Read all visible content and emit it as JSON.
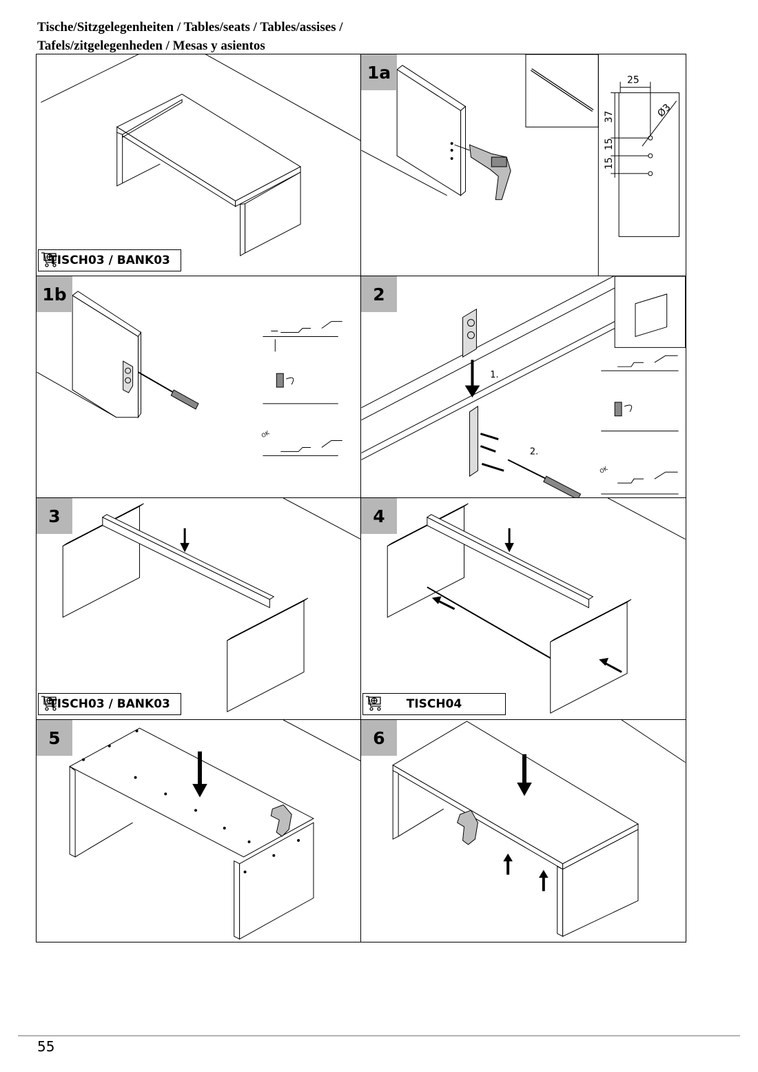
{
  "header": {
    "line1": "Tische/Sitzgelegenheiten / Tables/seats / Tables/assises /",
    "line2": "Tafels/zitgelegenheden / Mesas y asientos"
  },
  "panels": {
    "p1": {
      "part_label": "TISCH03 / BANK03",
      "icon": "shopping-cart-icon"
    },
    "p1a": {
      "step": "1a",
      "dims": [
        "25",
        "37",
        "15",
        "15",
        "Ø3"
      ]
    },
    "p1b": {
      "step": "1b"
    },
    "p2": {
      "step": "2",
      "sub1": "1.",
      "sub2": "2."
    },
    "p3": {
      "step": "3",
      "part_label": "TISCH03 / BANK03"
    },
    "p4": {
      "step": "4",
      "part_label": "TISCH04"
    },
    "p5": {
      "step": "5"
    },
    "p6": {
      "step": "6"
    }
  },
  "ok_mark": "OK",
  "footer": {
    "page_number": "55"
  }
}
